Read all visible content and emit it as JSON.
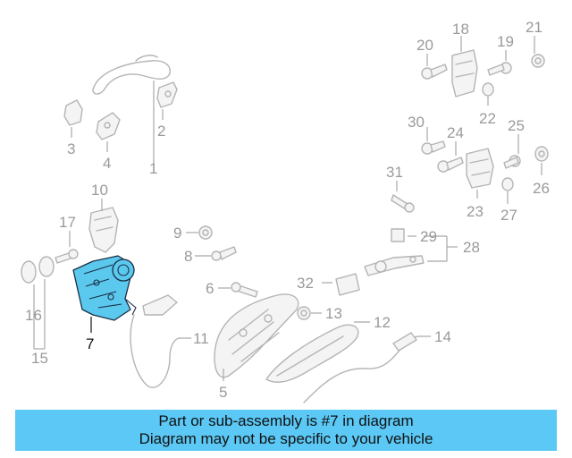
{
  "callouts": {
    "c1": "1",
    "c2": "2",
    "c3": "3",
    "c4": "4",
    "c5": "5",
    "c6": "6",
    "c7": "7",
    "c8": "8",
    "c9": "9",
    "c10": "10",
    "c11": "11",
    "c12": "12",
    "c13": "13",
    "c14": "14",
    "c15": "15",
    "c16": "16",
    "c17": "17",
    "c18": "18",
    "c19": "19",
    "c20": "20",
    "c21": "21",
    "c22": "22",
    "c23": "23",
    "c24": "24",
    "c25": "25",
    "c26": "26",
    "c27": "27",
    "c28": "28",
    "c29": "29",
    "c30": "30",
    "c31": "31",
    "c32": "32"
  },
  "highlight_part": "7",
  "colors": {
    "highlight_fill": "#5bc8ee",
    "banner_background": "#5bc8f5",
    "part_stroke": "#b4b4b4",
    "callout_text": "#9a9a9a"
  },
  "banner": {
    "line1": "Part or sub-assembly is #7 in diagram",
    "line2": "Diagram may not be specific to your vehicle"
  }
}
